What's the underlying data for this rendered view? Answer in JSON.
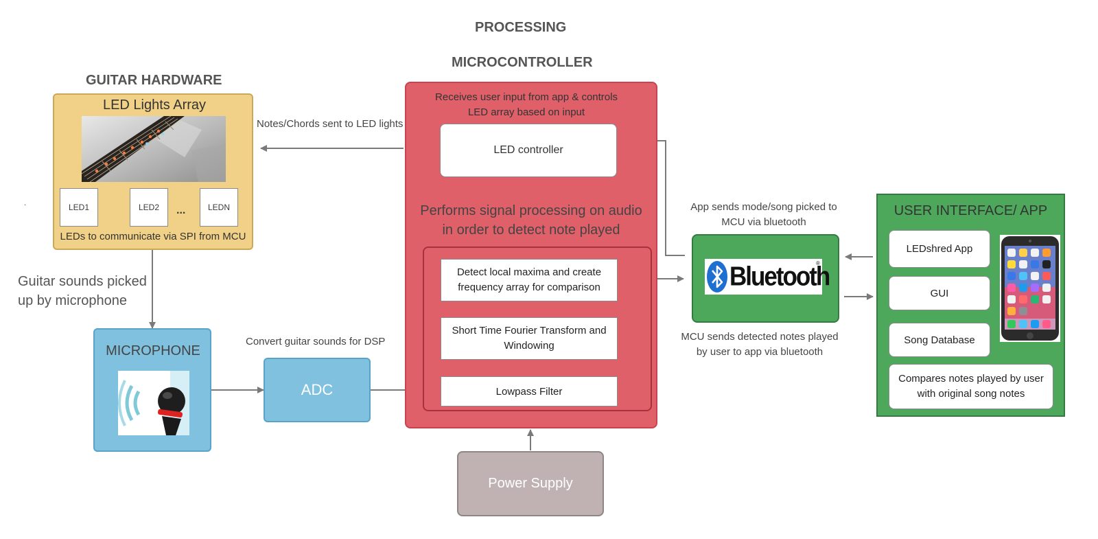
{
  "headings": {
    "processing": "PROCESSING",
    "microcontroller": "MICROCONTROLLER",
    "guitar_hardware": "GUITAR HARDWARE"
  },
  "guitar": {
    "title": "LED Lights  Array",
    "leds": [
      "LED1",
      "LED2",
      "LEDN"
    ],
    "ellipsis": "...",
    "caption": "LEDs to communicate via SPI from MCU"
  },
  "labels": {
    "notes_to_leds": "Notes/Chords sent to LED lights",
    "guitar_sounds": "Guitar sounds picked up by microphone",
    "convert": "Convert guitar sounds for DSP",
    "app_sends": "App sends mode/song picked to MCU via bluetooth",
    "mcu_sends": "MCU sends detected notes played by user to app via bluetooth",
    "stray_dot": "."
  },
  "microphone": {
    "title": "MICROPHONE"
  },
  "adc": {
    "label": "ADC"
  },
  "mcu": {
    "receives_text": "Receives user input from app & controls LED  array based on input",
    "led_controller": "LED controller",
    "dsp_text": "Performs signal processing on audio in order to detect note played",
    "detect": "Detect local maxima and create frequency array for comparison",
    "stft": "Short Time Fourier Transform and Windowing",
    "lowpass": "Lowpass Filter"
  },
  "power": {
    "label": "Power Supply"
  },
  "bluetooth": {
    "logo_text": "Bluetooth",
    "registered": "®"
  },
  "app": {
    "title": "USER INTERFACE/ APP",
    "items": [
      "LEDshred App",
      "GUI",
      "Song Database"
    ],
    "compare": "Compares notes played by user with original song notes"
  },
  "colors": {
    "guitar_fill": "#f0d187",
    "guitar_border": "#c9a857",
    "mcu_fill": "#e06069",
    "mic_fill": "#80c1df",
    "app_fill": "#4ea85b",
    "power_fill": "#c0b2b2",
    "arrow": "#7a7a7a"
  }
}
